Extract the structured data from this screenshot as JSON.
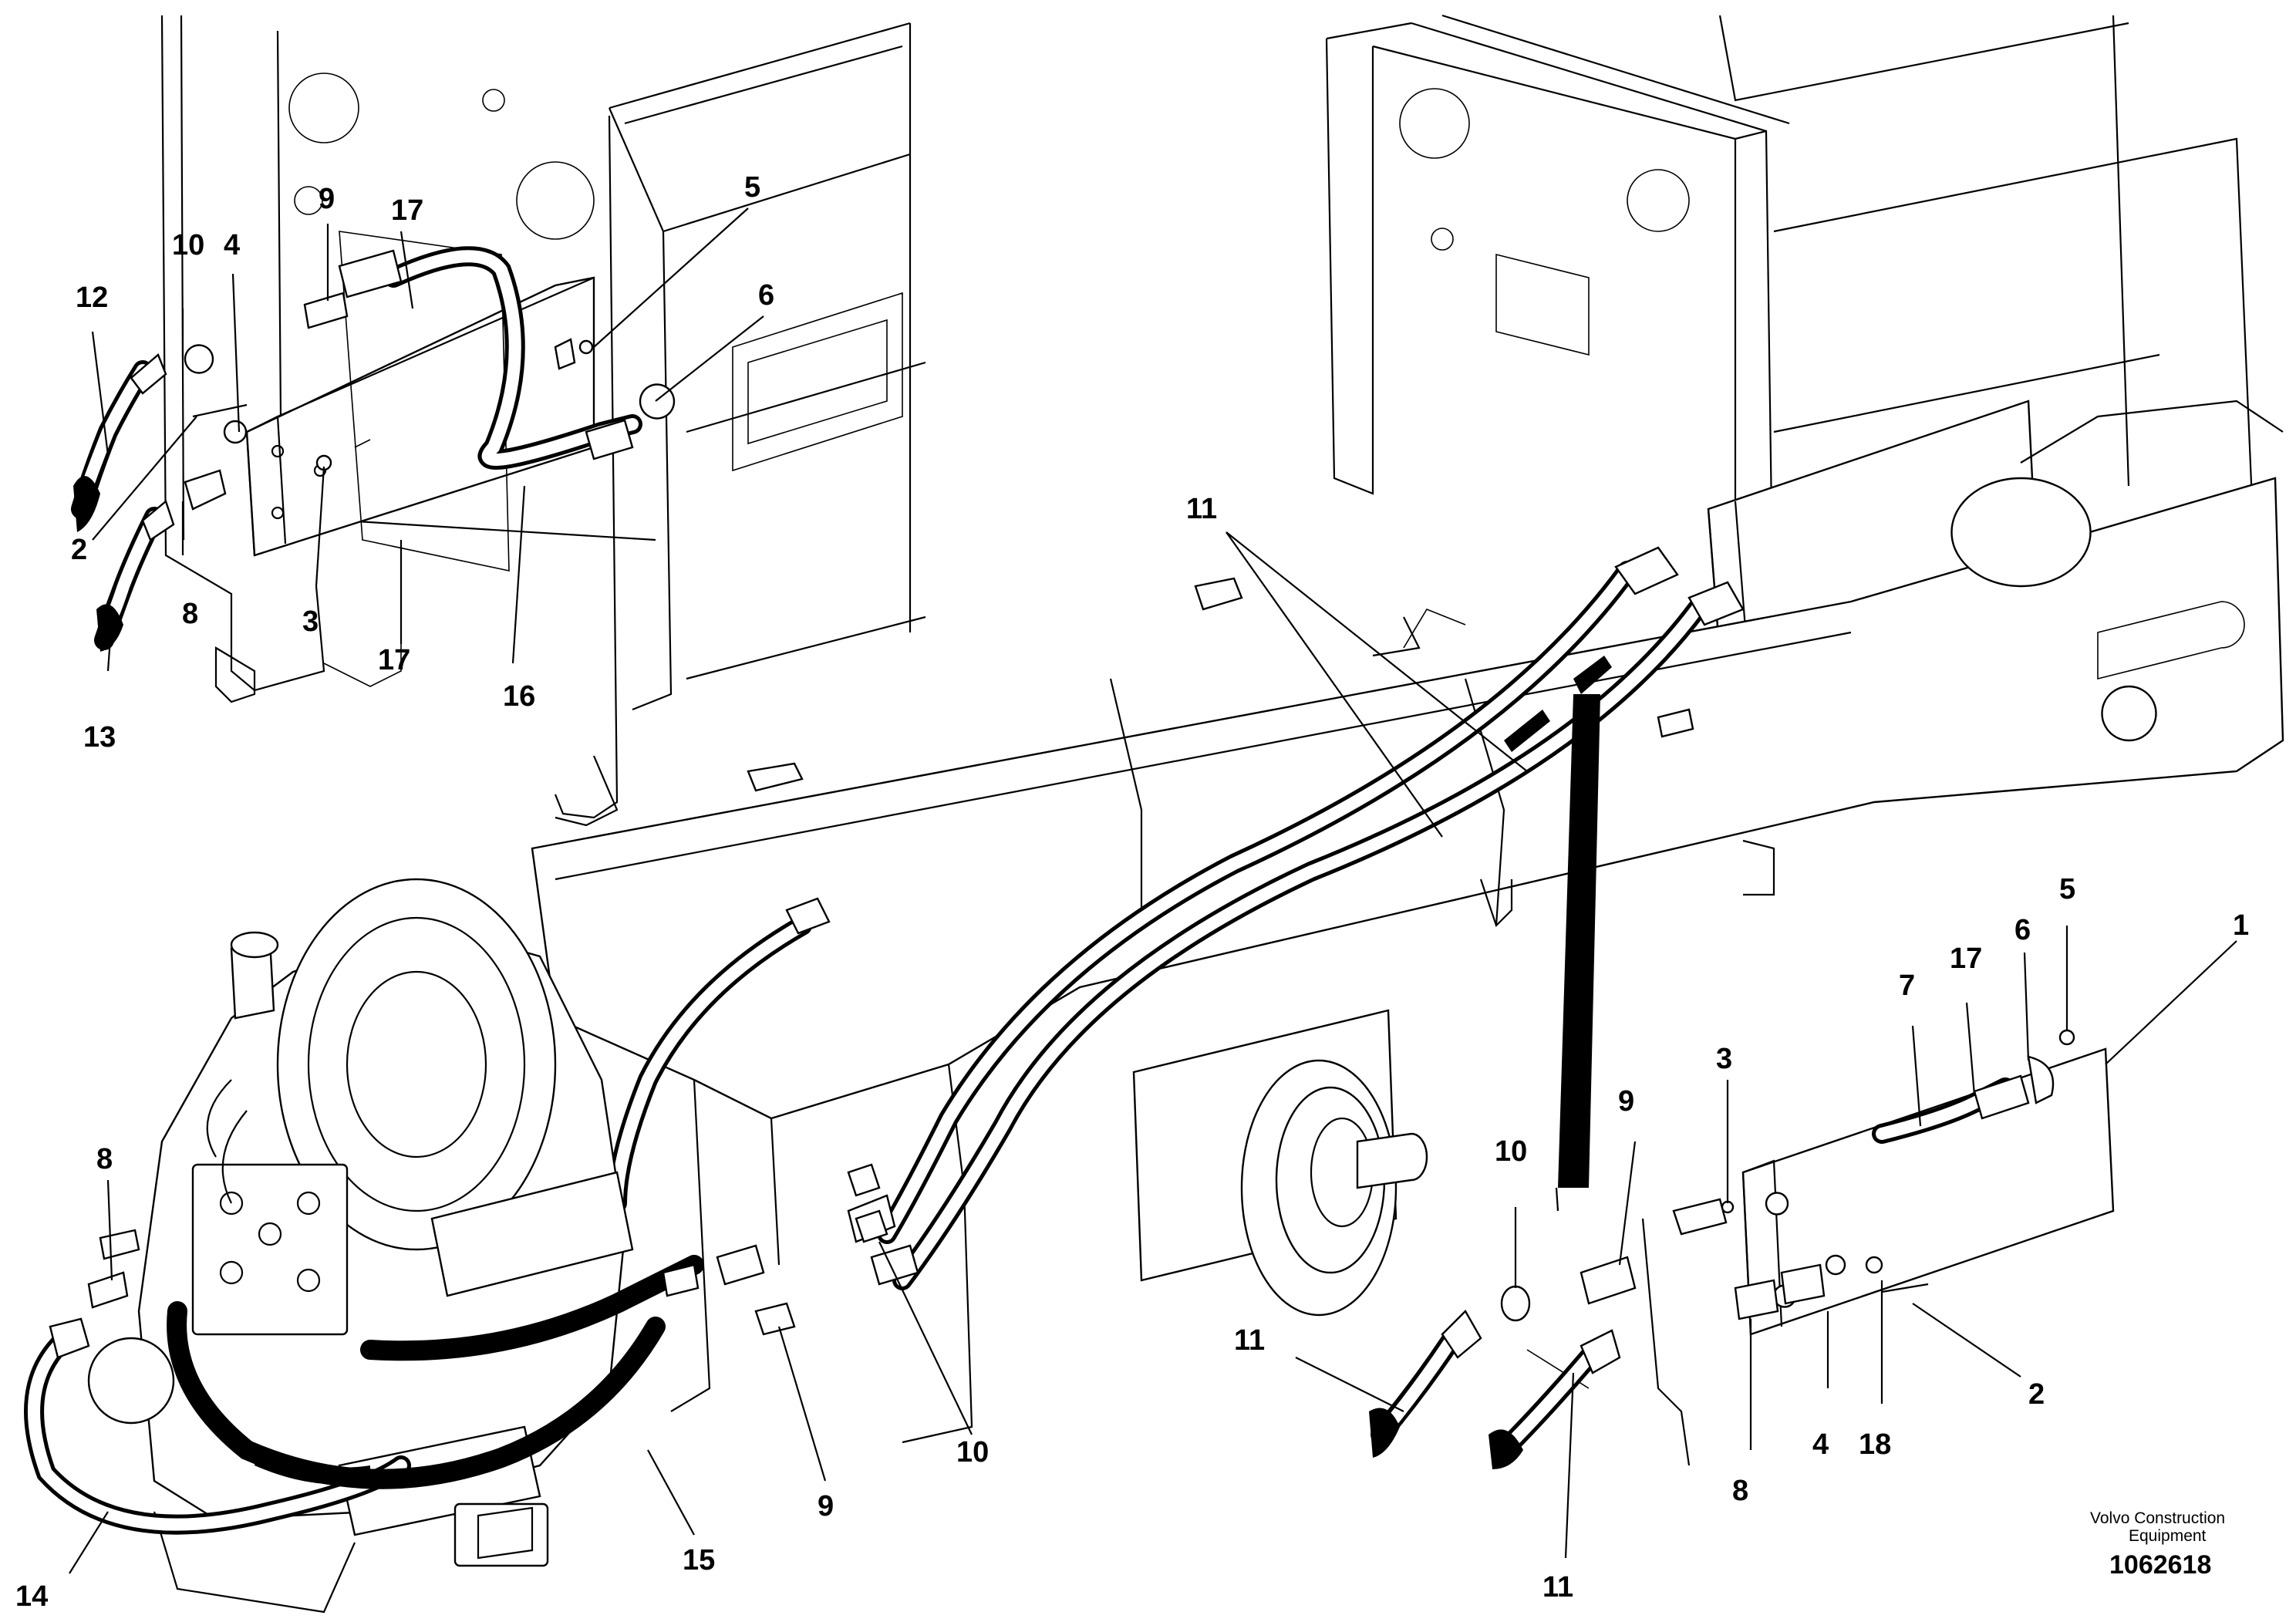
{
  "callouts": {
    "c1": "1",
    "c2a": "2",
    "c2b": "2",
    "c3a": "3",
    "c3b": "3",
    "c4a": "4",
    "c4b": "4",
    "c5a": "5",
    "c5b": "5",
    "c6a": "6",
    "c6b": "6",
    "c7": "7",
    "c8a": "8",
    "c8b": "8",
    "c8c": "8",
    "c9a": "9",
    "c9b": "9",
    "c9c": "9",
    "c10a": "10",
    "c10b": "10",
    "c10c": "10",
    "c11a": "11",
    "c11b": "11",
    "c11c": "11",
    "c12": "12",
    "c13": "13",
    "c14": "14",
    "c15": "15",
    "c16": "16",
    "c17a": "17",
    "c17b": "17",
    "c17c": "17",
    "c18": "18"
  },
  "footer": {
    "brand_line1": "Volvo Construction",
    "brand_line2": "Equipment",
    "doc_number": "1062618"
  }
}
